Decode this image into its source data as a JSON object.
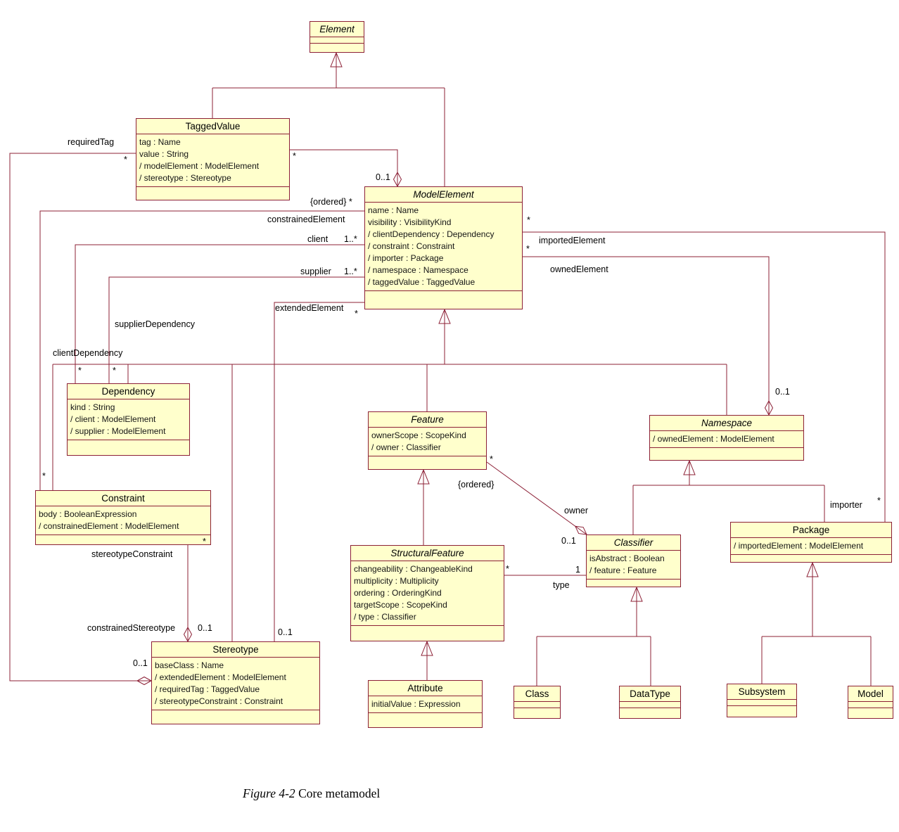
{
  "diagram": {
    "caption": {
      "figure_label": "Figure 4-2",
      "title": "Core metamodel"
    },
    "colors": {
      "box_fill": "#ffffcc",
      "line": "#8c2036",
      "diamond_fill": "#77122e"
    },
    "classes": [
      {
        "name": "Element",
        "abstract": true,
        "attrs": []
      },
      {
        "name": "TaggedValue",
        "abstract": false,
        "attrs": [
          "tag : Name",
          "value : String",
          "/ modelElement : ModelElement",
          "/ stereotype : Stereotype"
        ]
      },
      {
        "name": "ModelElement",
        "abstract": true,
        "attrs": [
          "name : Name",
          "visibility : VisibilityKind",
          "/ clientDependency : Dependency",
          "/ constraint : Constraint",
          "/ importer : Package",
          "/ namespace : Namespace",
          "/ taggedValue : TaggedValue"
        ]
      },
      {
        "name": "Dependency",
        "abstract": false,
        "attrs": [
          "kind : String",
          "/ client : ModelElement",
          "/ supplier : ModelElement"
        ]
      },
      {
        "name": "Constraint",
        "abstract": false,
        "attrs": [
          "body : BooleanExpression",
          "/ constrainedElement : ModelElement"
        ]
      },
      {
        "name": "Stereotype",
        "abstract": false,
        "attrs": [
          "baseClass : Name",
          "/ extendedElement : ModelElement",
          "/ requiredTag : TaggedValue",
          "/ stereotypeConstraint : Constraint"
        ]
      },
      {
        "name": "Feature",
        "abstract": true,
        "attrs": [
          "ownerScope : ScopeKind",
          "/ owner : Classifier"
        ]
      },
      {
        "name": "StructuralFeature",
        "abstract": true,
        "attrs": [
          "changeability : ChangeableKind",
          "multiplicity : Multiplicity",
          "ordering : OrderingKind",
          "targetScope : ScopeKind",
          "/ type : Classifier"
        ]
      },
      {
        "name": "Attribute",
        "abstract": false,
        "attrs": [
          "initialValue : Expression"
        ]
      },
      {
        "name": "Namespace",
        "abstract": true,
        "attrs": [
          "/ ownedElement : ModelElement"
        ]
      },
      {
        "name": "Classifier",
        "abstract": true,
        "attrs": [
          "isAbstract : Boolean",
          "/ feature : Feature"
        ]
      },
      {
        "name": "Package",
        "abstract": false,
        "attrs": [
          "/ importedElement : ModelElement"
        ]
      },
      {
        "name": "Class",
        "abstract": false,
        "attrs": []
      },
      {
        "name": "DataType",
        "abstract": false,
        "attrs": []
      },
      {
        "name": "Subsystem",
        "abstract": false,
        "attrs": []
      },
      {
        "name": "Model",
        "abstract": false,
        "attrs": []
      }
    ],
    "labels": [
      "requiredTag",
      "*",
      "*",
      "0..1",
      "{ordered} *",
      "constrainedElement",
      "client",
      "1..*",
      "supplier",
      "1..*",
      "extendedElement",
      "*",
      "supplierDependency",
      "clientDependency",
      "*",
      "*",
      "*",
      "stereotypeConstraint",
      "*",
      "constrainedStereotype",
      "0..1",
      "0..1",
      "0..1",
      "*",
      "importedElement",
      "*",
      "ownedElement",
      "0..1",
      "importer",
      "*",
      "*",
      "{ordered}",
      "owner",
      "0..1",
      "*",
      "type",
      "1"
    ]
  }
}
